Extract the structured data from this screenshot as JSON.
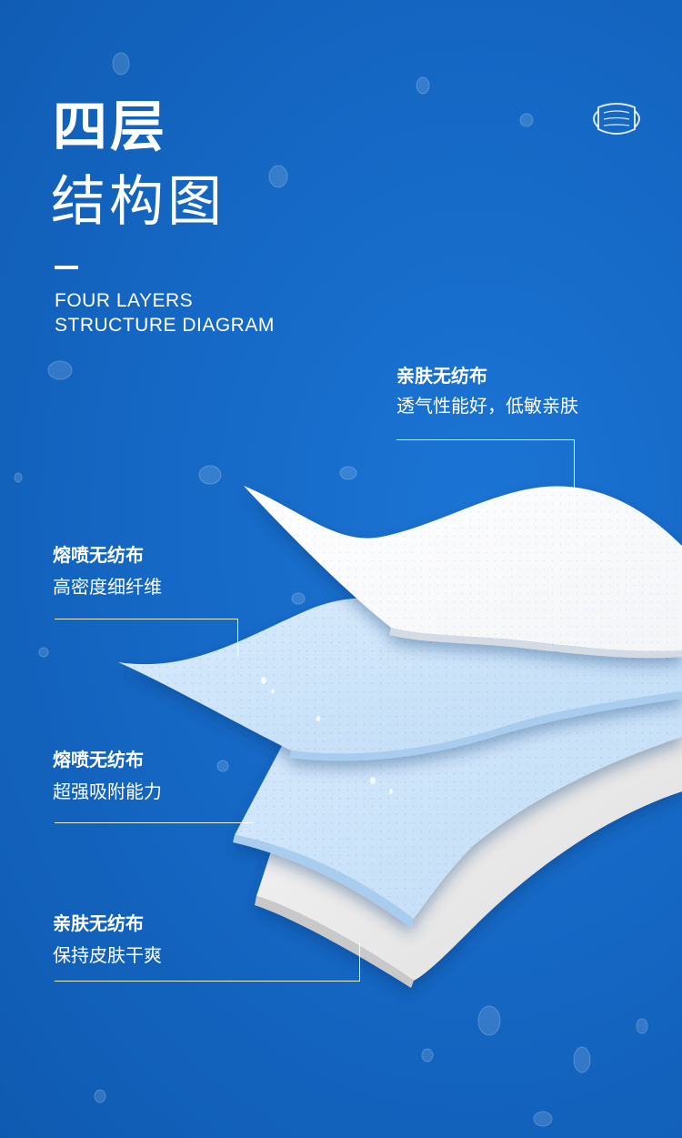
{
  "heading": {
    "line1": "四层",
    "line2": "结构图",
    "en_line1": "FOUR LAYERS",
    "en_line2": "STRUCTURE DIAGRAM"
  },
  "icon": "mask-icon",
  "layers": [
    {
      "title": "亲肤无纺布",
      "desc": "透气性能好，低敏亲肤"
    },
    {
      "title": "熔喷无纺布",
      "desc": "高密度细纤维"
    },
    {
      "title": "熔喷无纺布",
      "desc": "超强吸附能力"
    },
    {
      "title": "亲肤无纺布",
      "desc": "保持皮肤干爽"
    }
  ],
  "colors": {
    "background": "#1466c2",
    "layer_white": "#ffffff",
    "layer_blue": "#cde4fa",
    "layer_grey": "#ececec"
  }
}
